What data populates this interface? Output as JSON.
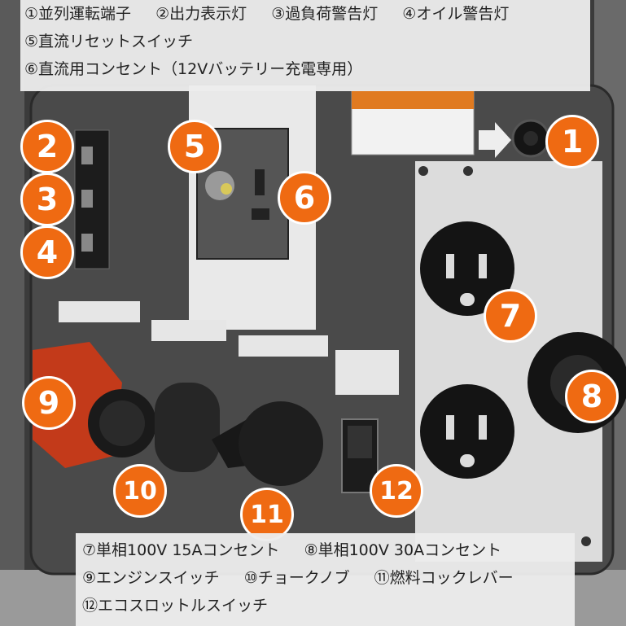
{
  "caption_top": {
    "line1": [
      "①並列運転端子",
      "②出力表示灯",
      "③過負荷警告灯",
      "④オイル警告灯"
    ],
    "line2": [
      "⑤直流リセットスイッチ"
    ],
    "line3": [
      "⑥直流用コンセント（12Vバッテリー充電専用）"
    ]
  },
  "caption_bottom": {
    "line1": [
      "⑦単相100V 15Aコンセント",
      "⑧単相100V 30Aコンセント"
    ],
    "line2": [
      "⑨エンジンスイッチ",
      "⑩チョークノブ",
      "⑪燃料コックレバー"
    ],
    "line3": [
      "⑫エコスロットルスイッチ"
    ]
  },
  "markers": [
    "1",
    "2",
    "3",
    "4",
    "5",
    "6",
    "7",
    "8",
    "9",
    "10",
    "11",
    "12"
  ],
  "colors": {
    "marker": "#ef6a12",
    "marker_text": "#ffffff",
    "caption_bg": "#ececec"
  }
}
